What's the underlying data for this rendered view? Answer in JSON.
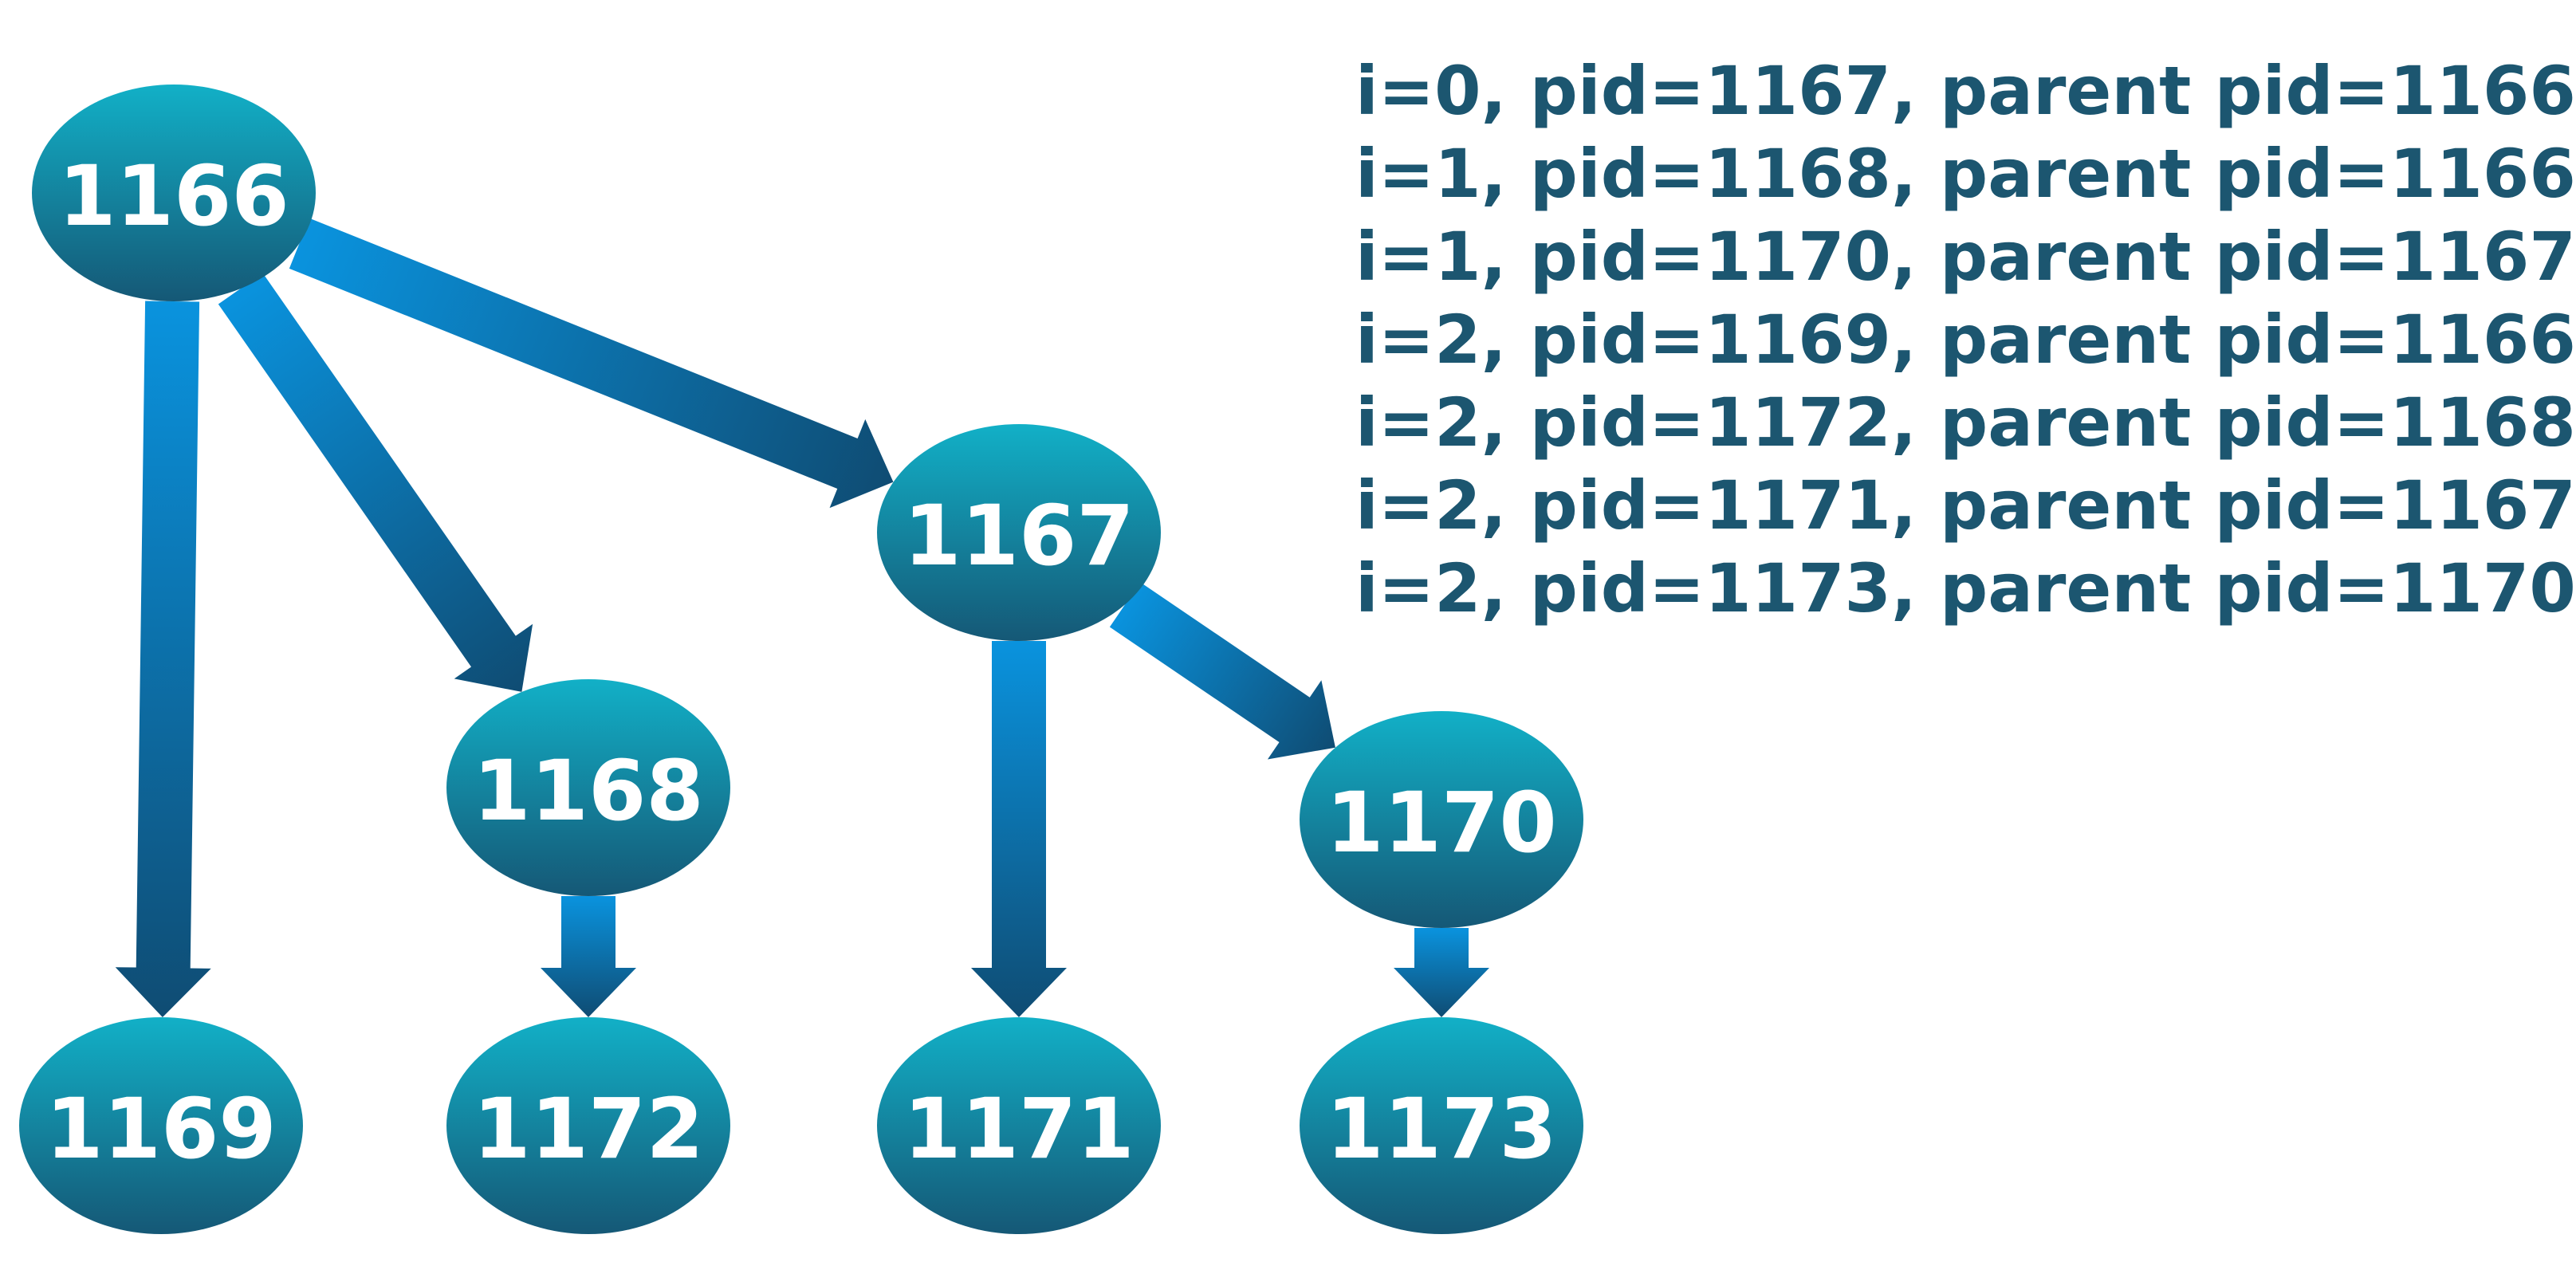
{
  "colors": {
    "node_top": "#12b0c7",
    "node_bottom": "#155876",
    "arrow_light": "#0a93de",
    "arrow_dark": "#0f4c73",
    "text": "#1c5670"
  },
  "nodes": [
    {
      "id": "n1166",
      "label": "1166"
    },
    {
      "id": "n1167",
      "label": "1167"
    },
    {
      "id": "n1168",
      "label": "1168"
    },
    {
      "id": "n1169",
      "label": "1169"
    },
    {
      "id": "n1170",
      "label": "1170"
    },
    {
      "id": "n1171",
      "label": "1171"
    },
    {
      "id": "n1172",
      "label": "1172"
    },
    {
      "id": "n1173",
      "label": "1173"
    }
  ],
  "edges": [
    {
      "from": "n1166",
      "to": "n1169"
    },
    {
      "from": "n1166",
      "to": "n1168"
    },
    {
      "from": "n1166",
      "to": "n1167"
    },
    {
      "from": "n1168",
      "to": "n1172"
    },
    {
      "from": "n1167",
      "to": "n1171"
    },
    {
      "from": "n1167",
      "to": "n1170"
    },
    {
      "from": "n1170",
      "to": "n1173"
    }
  ],
  "log_lines": [
    "i=0, pid=1167, parent pid=1166",
    "i=1, pid=1168, parent pid=1166",
    "i=1, pid=1170, parent pid=1167",
    "i=2, pid=1169, parent pid=1166",
    "i=2, pid=1172, parent pid=1168",
    "i=2, pid=1171, parent pid=1167",
    "i=2, pid=1173, parent pid=1170"
  ]
}
